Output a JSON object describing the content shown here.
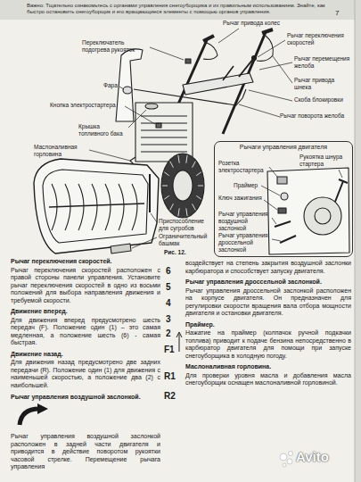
{
  "diagram": {
    "nodes": [
      {
        "text": [
          "Рычаги управления двигателя"
        ]
      }
    ],
    "labels": [
      "Важно: Тщательно ознакомьтесь с органами управления снегоуборщика и их правильным использованием. Знайте, как быстро остановить снегоуборщик и его вращающиеся элементы с помощью органов управления.",
      "7",
      "Переключатель подогрева рукояток",
      "Рычаг привода колес",
      "Рычаг переключения скоростей",
      "Рычаг перемещения желоба",
      "Рычаг привода шнека",
      "Скоба блокировки",
      "Фара",
      "Кнопка электростартера",
      "Крышка топливного бака",
      "Маслоналивная горловина",
      "Рычаг поворота желоба",
      "Рукоятка шнура стартера",
      "Розетка электростартера",
      "Праймер",
      "Ключ зажигания",
      "Рычаг управления воздушной заслонкой",
      "Рычаг управления дроссельной заслонкой",
      "Приспособление для сугробов",
      "Ограничительный башмак",
      "Рис. 12.",
      "Рычаг переключения скоростей.",
      "Рычаг переключения скоростей расположен с правой стороны панели управления. Установите рычаг переключения скоростей в одно из восьми положений для выбора направления движения и требуемой скорости.",
      "Движение вперед.",
      "Для движения вперед предусмотрено шесть передач (F). Положение один (1) – это самая медленная, а положение шесть (6) - самая быстрая.",
      "Движение назад.",
      "Для движения назад предусмотрено две задних передачи (R). Положение один (1) для движения с наименьшей скоростью, а положение два (2) с наибольшей.",
      "Рычаг управления воздушной заслонкой.",
      "Рычаг управления воздушной заслонкой расположен в задней части двигателя и приводится в действие поворотом рукоятки часовой стрелке. Перемещение рычага управления",
      "6",
      "5",
      "4",
      "3",
      "2",
      "F1",
      "R1",
      "R2",
      "воздействует на степень закрытия воздушной заслонки карбюратора и способствует запуску двигателя.",
      "Рычаг управления дроссельной заслонкой.",
      "Рычаг управления дроссельной заслонкой расположен на корпусе двигателя. Он предназначен для регулировки скорости вращения вала отбора мощности двигателя и остановки двигателя.",
      "Праймер.",
      "Нажатие на праймер (колпачок ручной подкачки топлива) приводит к подаче бензина непосредственно в карбюратор двигателя для помощи при запуске снегоуборщика в холодную погоду.",
      "Маслоналивная горловина.",
      "Для проверки уровня масла и добавления масла снегоуборщик оснащен маслоналивной горловиной.",
      "Avito"
    ]
  }
}
